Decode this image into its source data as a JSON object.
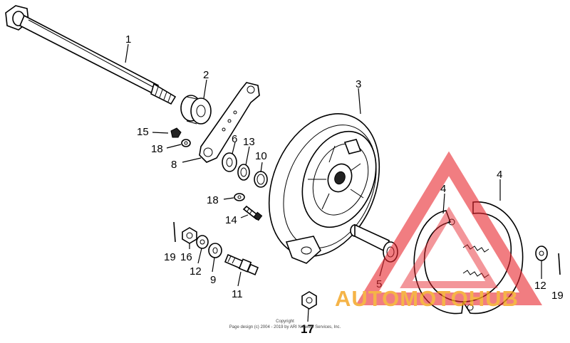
{
  "callouts": [
    {
      "id": "1",
      "label": "1"
    },
    {
      "id": "2",
      "label": "2"
    },
    {
      "id": "3",
      "label": "3"
    },
    {
      "id": "4a",
      "label": "4"
    },
    {
      "id": "4b",
      "label": "4"
    },
    {
      "id": "5",
      "label": "5"
    },
    {
      "id": "6",
      "label": "6"
    },
    {
      "id": "8",
      "label": "8"
    },
    {
      "id": "9",
      "label": "9"
    },
    {
      "id": "10",
      "label": "10"
    },
    {
      "id": "11",
      "label": "11"
    },
    {
      "id": "12a",
      "label": "12"
    },
    {
      "id": "12b",
      "label": "12"
    },
    {
      "id": "13",
      "label": "13"
    },
    {
      "id": "14",
      "label": "14"
    },
    {
      "id": "15",
      "label": "15"
    },
    {
      "id": "16",
      "label": "16"
    },
    {
      "id": "17",
      "label": "17"
    },
    {
      "id": "18a",
      "label": "18"
    },
    {
      "id": "18b",
      "label": "18"
    },
    {
      "id": "19a",
      "label": "19"
    },
    {
      "id": "19b",
      "label": "19"
    }
  ],
  "copyright": {
    "line1": "Copyright",
    "line2": "Page design (c) 2004 - 2019 by ARI Network Services, Inc."
  },
  "watermark": {
    "text": "AUTOMOTOHUB",
    "colors": {
      "triangle": "#e8262d",
      "text_orange": "#f3a21b",
      "text_gray": "#8a8a8a"
    }
  }
}
